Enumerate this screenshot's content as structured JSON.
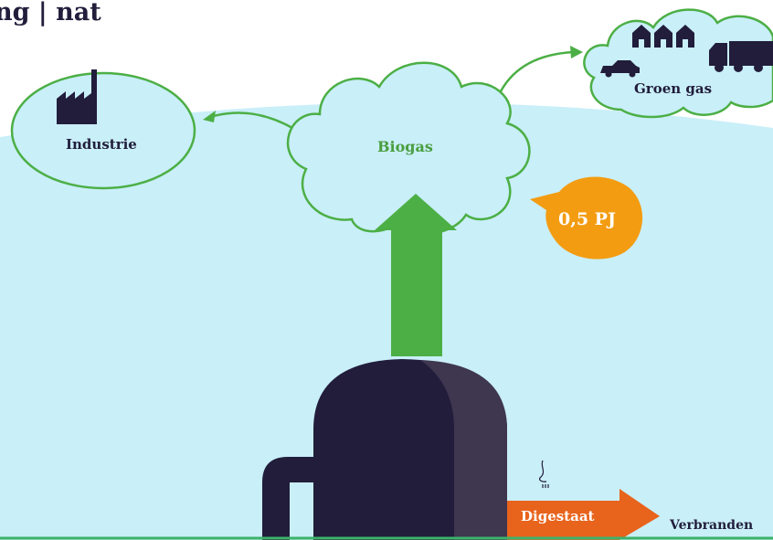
{
  "header": {
    "title": "ng | nat"
  },
  "nodes": {
    "industrie": "Industrie",
    "biogas": "Biogas",
    "groen_gas": "Groen gas"
  },
  "energy_badge": "0,5 PJ",
  "outputs": {
    "digestaat": "Digestaat",
    "verbranden": "Verbranden"
  },
  "colors": {
    "sky": "#c9eff9",
    "green": "#4caf45",
    "dark_green_text": "#4a9e3f",
    "navy": "#211d3b",
    "tank_side": "#3f3650",
    "orange_badge": "#f39c12",
    "orange_arrow": "#e8631c",
    "bottom_line": "#3bb36a"
  },
  "icons": [
    "factory-icon",
    "houses-icon",
    "truck-icon",
    "car-icon",
    "nose-icon"
  ]
}
